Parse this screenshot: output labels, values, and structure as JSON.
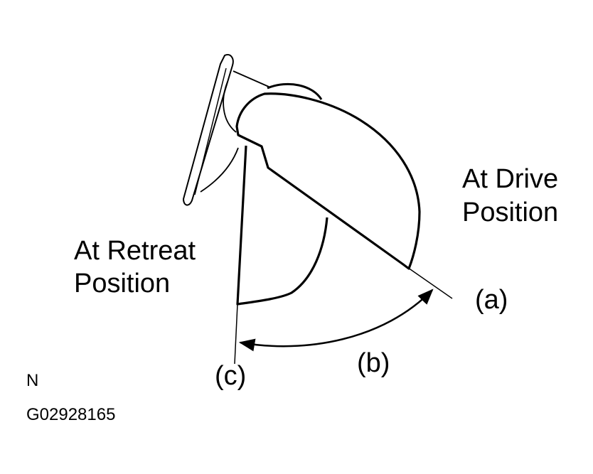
{
  "labels": {
    "drive_line1": "At Drive",
    "drive_line2": "Position",
    "retreat_line1": "At Retreat",
    "retreat_line2": "Position",
    "a": "(a)",
    "b": "(b)",
    "c": "(c)",
    "corner_letter": "N",
    "figure_code": "G02928165"
  },
  "colors": {
    "ink": "#000000",
    "background": "#ffffff"
  }
}
